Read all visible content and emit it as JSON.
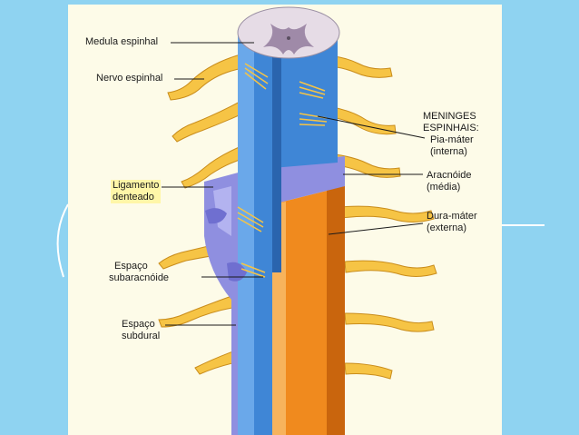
{
  "diagram": {
    "colors": {
      "page_background": "#8fd3f1",
      "panel_background": "#fdfbe8",
      "dura_mater": "#f08a1e",
      "arachnoid": "#8f8fe0",
      "pia_cord": "#3f86d6",
      "nerve": "#f6c445",
      "gray_matter": "#b7a7bd",
      "label_line": "#1a1a1a",
      "highlight": "#fff6a8"
    },
    "labels": {
      "medula": "Medula espinhal",
      "nervo": "Nervo espinhal",
      "ligamento_line1": "Ligamento",
      "ligamento_line2": "denteado",
      "espaco_sub_line1": "Espaço",
      "espaco_sub_line2": "subaracnóide",
      "espaco_subdural_line1": "Espaço",
      "espaco_subdural_line2": "subdural",
      "meninges_line1": "MENINGES",
      "meninges_line2": "ESPINHAIS:",
      "pia_line1": "Pia-máter",
      "pia_line2": "(interna)",
      "aracnoide_line1": "Aracnóide",
      "aracnoide_line2": "(média)",
      "dura_line1": "Dura-máter",
      "dura_line2": "(externa)"
    }
  }
}
